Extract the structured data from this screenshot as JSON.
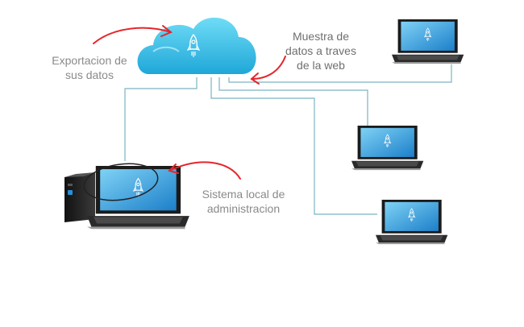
{
  "labels": {
    "export": [
      "Exportacion de",
      "sus datos"
    ],
    "web": [
      "Muestra de",
      "datos a traves",
      "de la web"
    ],
    "local": [
      "Sistema local de",
      "administracion"
    ]
  },
  "colors": {
    "cloud": "#3fc6ea",
    "cloud_dark": "#1a9ccb",
    "connection": "#7ab3c2",
    "arrow": "#e5262c",
    "screen": "#2b8fd4",
    "laptop_body": "#2c2c2c",
    "text": "#8a8a8a"
  },
  "icons": {
    "cloud": "cloud-rocket-icon",
    "laptop_screen_logo": "rocket-icon",
    "desktop": "desktop-tower-icon"
  }
}
